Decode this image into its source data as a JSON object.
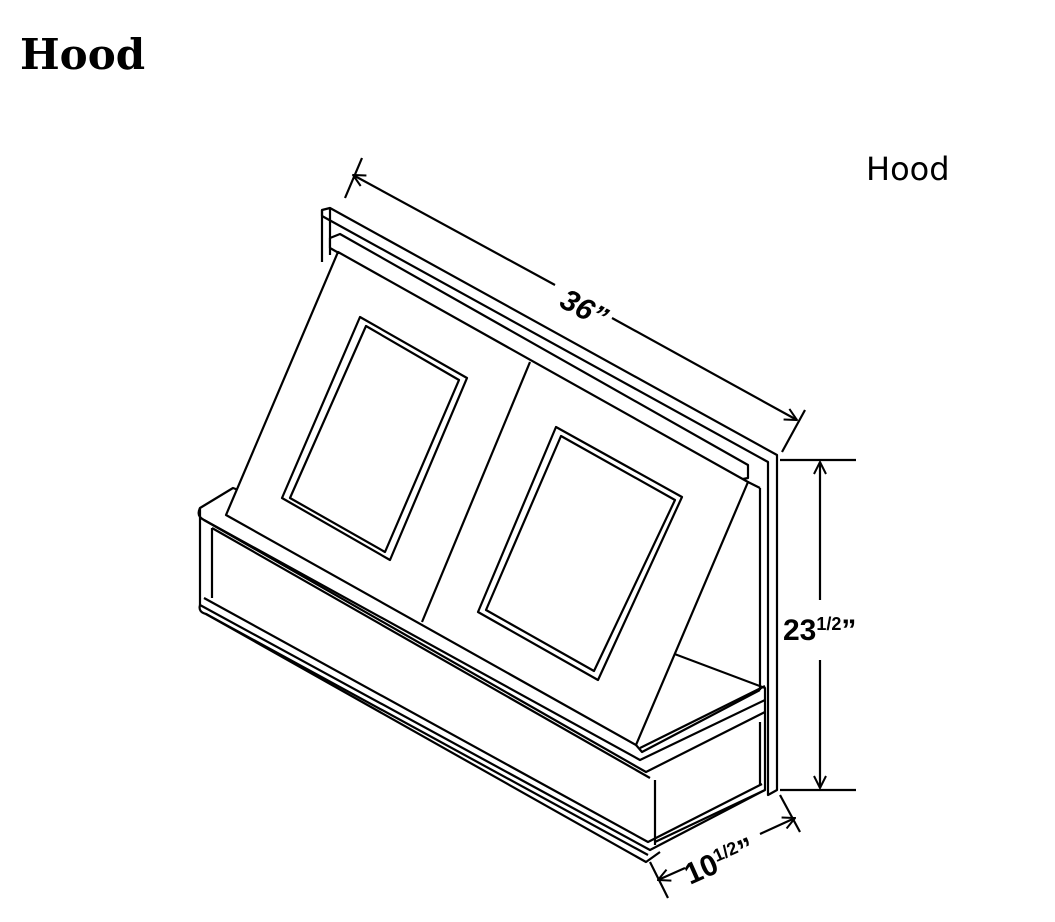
{
  "title": "Hood",
  "label": "Hood",
  "dimensions": {
    "width": "36”",
    "height_whole": "23",
    "height_frac": "1/2",
    "height_mark": "”",
    "depth_whole": "10",
    "depth_frac": "1/2",
    "depth_mark": "”"
  }
}
